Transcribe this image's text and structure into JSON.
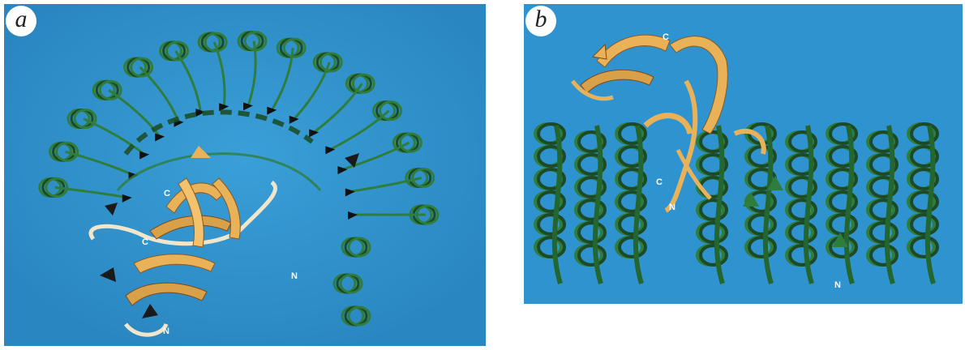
{
  "panels": [
    {
      "letter": "a",
      "labels": {
        "c1": "C",
        "c2": "C",
        "n1": "N",
        "n2": "N"
      },
      "colors": {
        "background": "#2f93cf",
        "helix": "#2f7d3c",
        "sheet": "#e9b259",
        "coil": "#f0e6cc"
      }
    },
    {
      "letter": "b",
      "labels": {
        "c1": "C",
        "c2": "C",
        "n1": "N",
        "n2": "N"
      },
      "colors": {
        "background": "#2f93cf",
        "helix": "#2f7d3c",
        "sheet": "#e9b259"
      }
    }
  ]
}
